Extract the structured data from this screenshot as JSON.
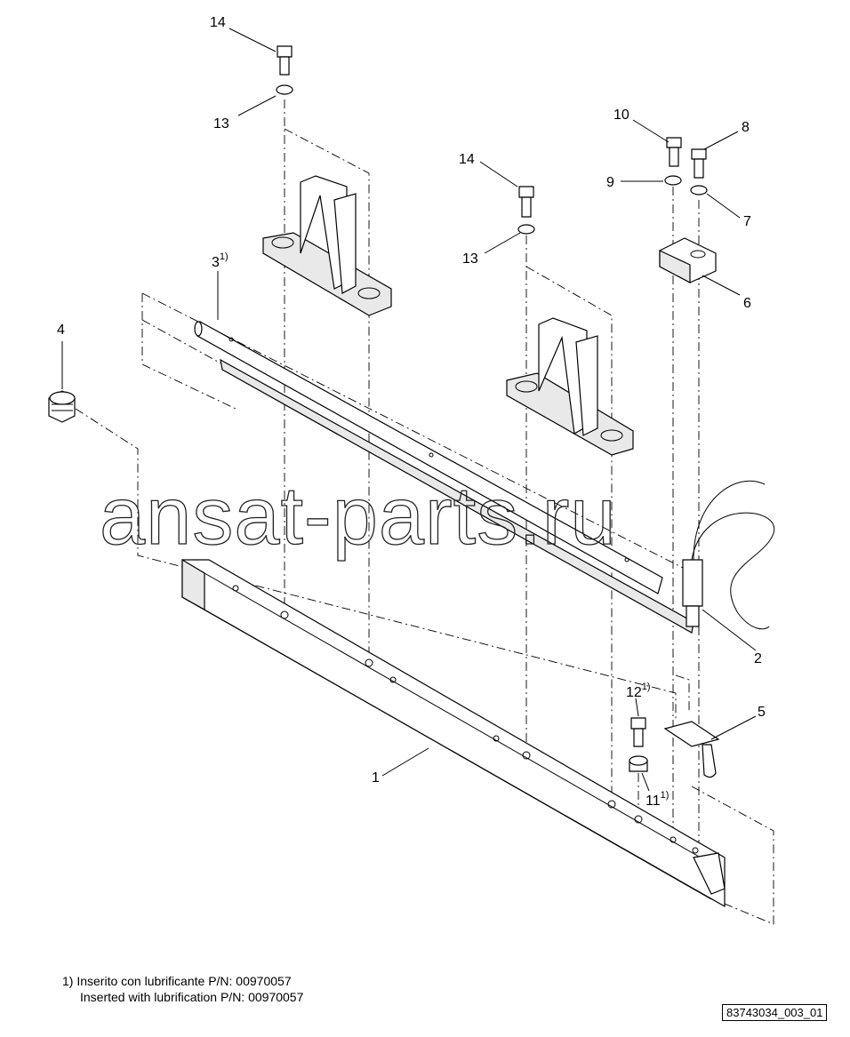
{
  "diagram": {
    "watermark": "ansat-parts.ru",
    "callouts": [
      {
        "id": "c14a",
        "number": "14",
        "sup": ""
      },
      {
        "id": "c13a",
        "number": "13",
        "sup": ""
      },
      {
        "id": "c14b",
        "number": "14",
        "sup": ""
      },
      {
        "id": "c13b",
        "number": "13",
        "sup": ""
      },
      {
        "id": "c10",
        "number": "10",
        "sup": ""
      },
      {
        "id": "c8",
        "number": "8",
        "sup": ""
      },
      {
        "id": "c9",
        "number": "9",
        "sup": ""
      },
      {
        "id": "c7",
        "number": "7",
        "sup": ""
      },
      {
        "id": "c6",
        "number": "6",
        "sup": ""
      },
      {
        "id": "c3",
        "number": "3",
        "sup": "1)"
      },
      {
        "id": "c4",
        "number": "4",
        "sup": ""
      },
      {
        "id": "c2",
        "number": "2",
        "sup": ""
      },
      {
        "id": "c5",
        "number": "5",
        "sup": ""
      },
      {
        "id": "c12",
        "number": "12",
        "sup": "1)"
      },
      {
        "id": "c11",
        "number": "11",
        "sup": "1)"
      },
      {
        "id": "c1",
        "number": "1",
        "sup": ""
      }
    ]
  },
  "footnote": {
    "line1": "1)  Inserito con lubrificante P/N: 00970057",
    "line2": "Inserted with lubrification P/N: 00970057"
  },
  "drawing_id": "83743034_003_01"
}
